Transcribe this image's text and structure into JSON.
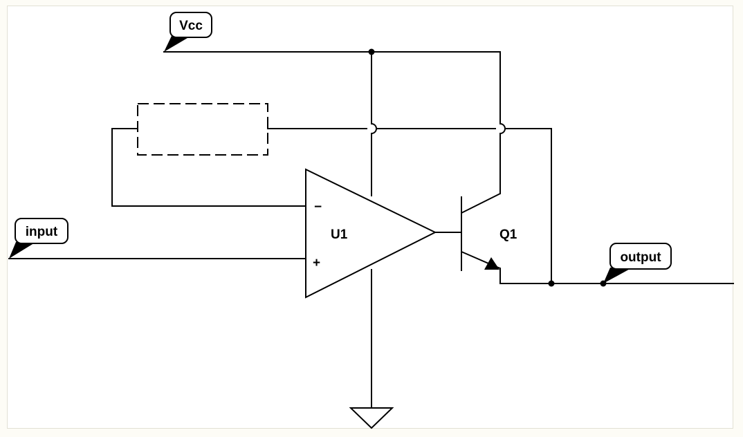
{
  "net_labels": {
    "vcc": "Vcc",
    "input": "input",
    "output": "output"
  },
  "components": {
    "opamp": {
      "designator": "U1",
      "pin_inverting": "−",
      "pin_noninverting": "+"
    },
    "transistor": {
      "designator": "Q1",
      "type": "NPN"
    },
    "feedback": {
      "type": "placeholder-dashed"
    },
    "ground": {
      "type": "ground"
    }
  },
  "colors": {
    "ink": "#000000",
    "background": "#fdfcf6",
    "sheet": "#ffffff"
  }
}
